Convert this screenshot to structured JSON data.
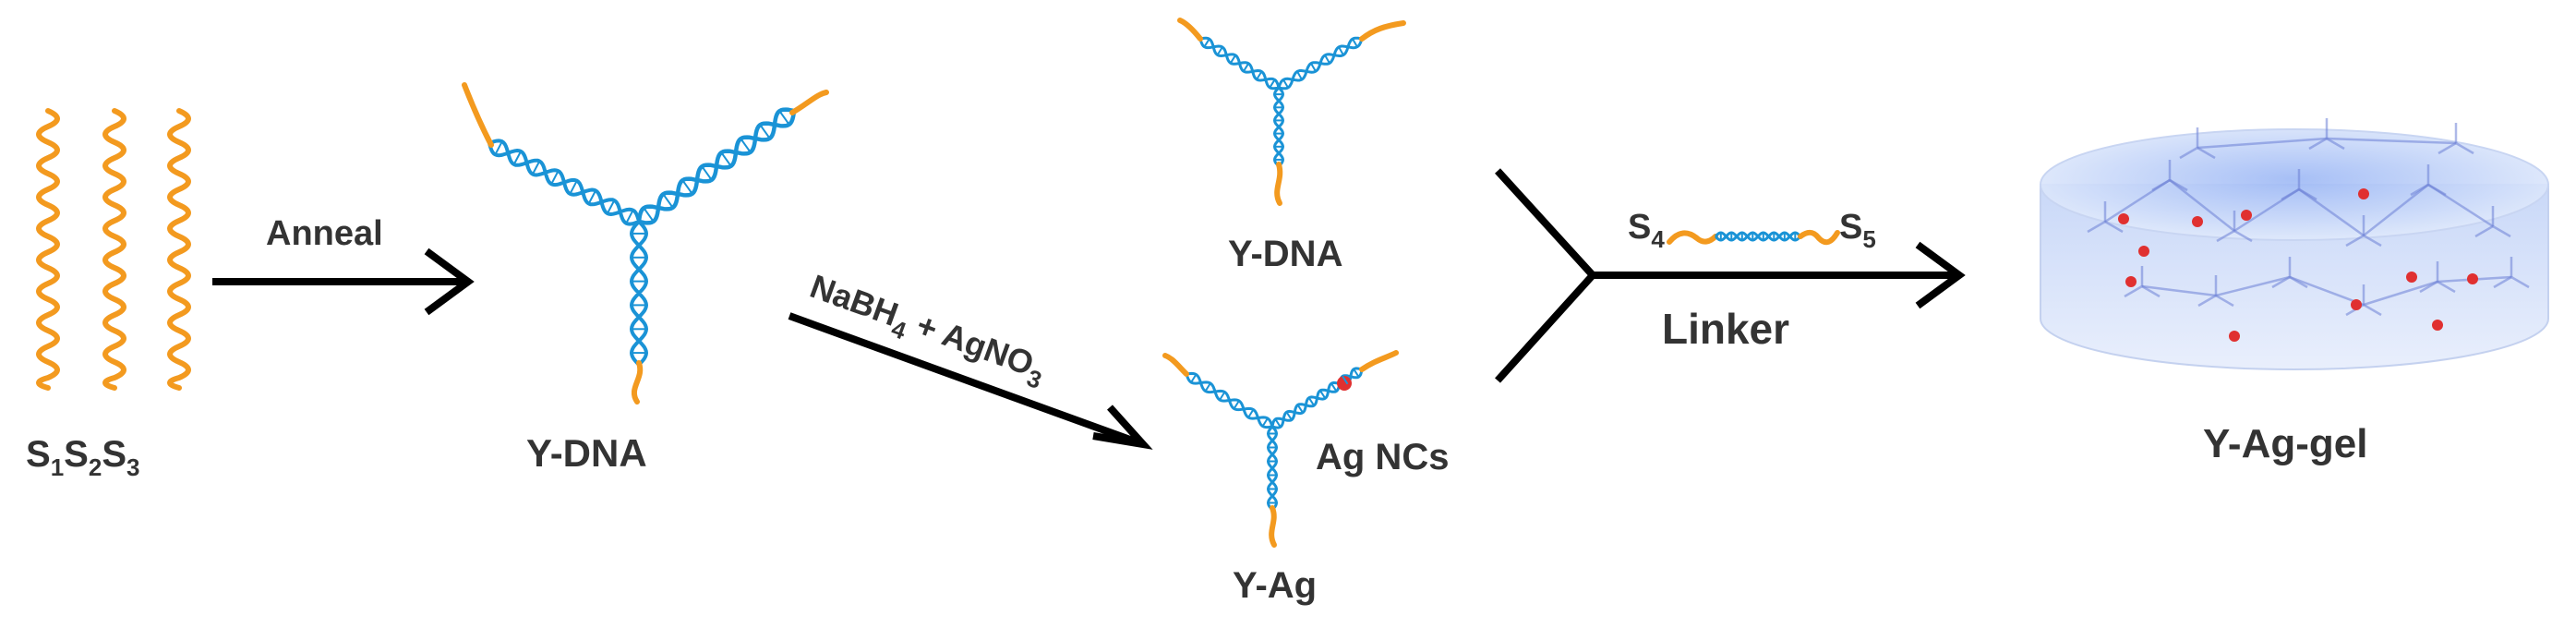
{
  "colors": {
    "strand": "#f39a1f",
    "helix": "#1a93d6",
    "arrow": "#000000",
    "text": "#333333",
    "nanocluster": "#e03030",
    "gel_fill": "#d8e4fb",
    "gel_network": "#6b7fd6"
  },
  "strands": {
    "label_parts": [
      {
        "main": "S",
        "sub": "1"
      },
      {
        "main": "S",
        "sub": "2"
      },
      {
        "main": "S",
        "sub": "3"
      }
    ]
  },
  "anneal_step": {
    "label": "Anneal"
  },
  "ydna_main": {
    "label": "Y-DNA"
  },
  "reduction_step": {
    "parts": [
      {
        "main": "NaBH",
        "sub": "4"
      },
      {
        "main": " + AgNO",
        "sub": "3"
      }
    ]
  },
  "ydna_top": {
    "label": "Y-DNA"
  },
  "yag": {
    "label": "Y-Ag",
    "cluster_label": "Ag NCs"
  },
  "linker_step": {
    "label": "Linker",
    "left_end": {
      "main": "S",
      "sub": "4"
    },
    "right_end": {
      "main": "S",
      "sub": "5"
    }
  },
  "gel": {
    "label": "Y-Ag-gel"
  }
}
